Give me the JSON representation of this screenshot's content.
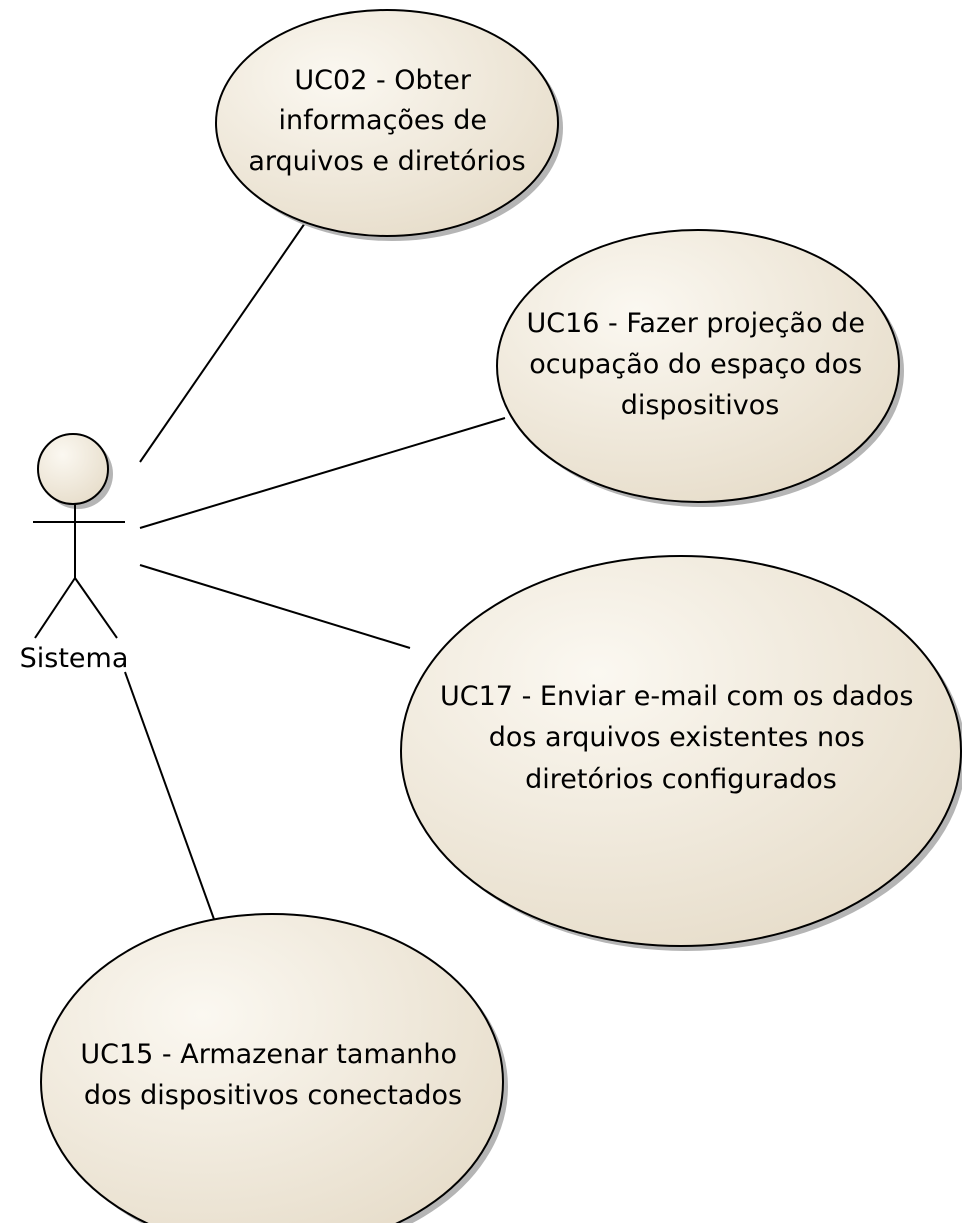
{
  "actor": {
    "name": "Sistema"
  },
  "use_cases": [
    {
      "id": "uc02",
      "lines": [
        "UC02 - Obter",
        "informações de",
        "arquivos e diretórios"
      ]
    },
    {
      "id": "uc16",
      "lines": [
        "UC16 - Fazer projeção de",
        "ocupação do espaço dos",
        "dispositivos"
      ]
    },
    {
      "id": "uc17",
      "lines": [
        "UC17 - Enviar e-mail com os dados",
        "dos arquivos existentes nos",
        "diretórios configurados"
      ]
    },
    {
      "id": "uc15",
      "lines": [
        "UC15 - Armazenar tamanho",
        "dos dispositivos conectados"
      ]
    }
  ],
  "colors": {
    "fill_light": "#fbf8f1",
    "fill_dark": "#e6dcc9",
    "stroke": "#000000",
    "shadow": "#b5b5b5"
  }
}
